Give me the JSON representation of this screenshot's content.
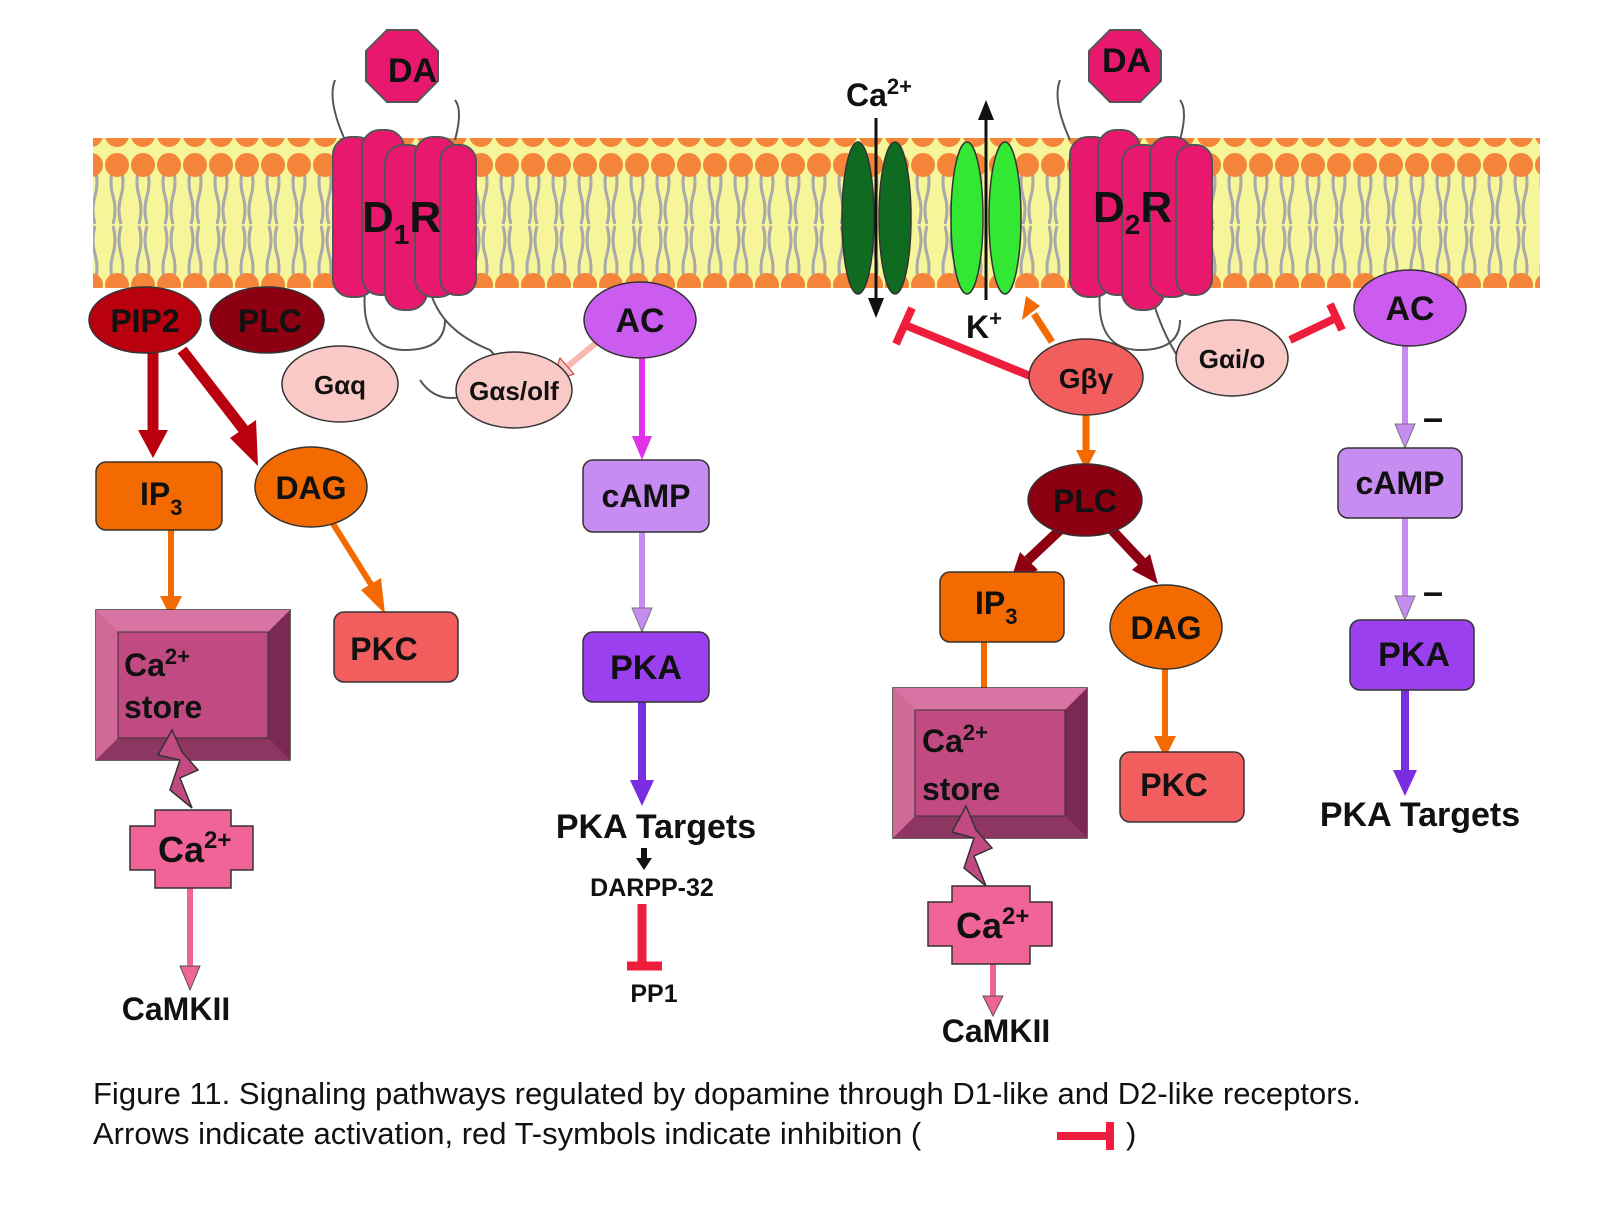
{
  "nodes": {
    "da_left": "DA",
    "da_right": "DA",
    "d1r_main": "D",
    "d1r_sub": "1",
    "d1r_end": "R",
    "d2r_main": "D",
    "d2r_sub": "2",
    "d2r_end": "R",
    "pip2": "PIP2",
    "plc_left": "PLC",
    "gaq": "Gαq",
    "gas": "Gαs/olf",
    "ac_left": "AC",
    "ip3_left_main": "IP",
    "ip3_left_sub": "3",
    "dag_left": "DAG",
    "camp_left": "cAMP",
    "pka_left": "PKA",
    "pkc_left": "PKC",
    "ca_store_left_ca": "Ca",
    "ca_store_left_sup": "2+",
    "ca_store_left_store": "store",
    "ca_left_main": "Ca",
    "ca_left_sup": "2+",
    "camkii_left": "CaMKII",
    "pka_targets_left": "PKA Targets",
    "darpp32": "DARPP-32",
    "pp1": "PP1",
    "ca_channel_main": "Ca",
    "ca_channel_sup": "2+",
    "k_channel_main": "K",
    "k_channel_sup": "+",
    "gbg": "Gβγ",
    "gaio": "Gαi/o",
    "ac_right": "AC",
    "plc_right": "PLC",
    "ip3_right_main": "IP",
    "ip3_right_sub": "3",
    "dag_right": "DAG",
    "pkc_right": "PKC",
    "ca_store_right_ca": "Ca",
    "ca_store_right_sup": "2+",
    "ca_store_right_store": "store",
    "ca_right_main": "Ca",
    "ca_right_sup": "2+",
    "camkii_right": "CaMKII",
    "camp_right": "cAMP",
    "pka_right": "PKA",
    "pka_targets_right": "PKA Targets",
    "minus_1": "–",
    "minus_2": "–"
  },
  "caption": {
    "line1": "Figure 11. Signaling pathways regulated by dopamine through D1-like and D2-like receptors.",
    "line2_a": "Arrows indicate activation, red T-symbols indicate inhibition (",
    "line2_b": ")"
  },
  "colors": {
    "membrane_fill": "#f7f59a",
    "lipid_head": "#f5853a",
    "lipid_tail": "#a9a9a9",
    "receptor": "#e8186f",
    "pip2": "#b8000f",
    "plc": "#8c0012",
    "g_alpha": "#f9c9c6",
    "ac": "#cc5cf0",
    "camp": "#c78cf2",
    "pka": "#9a40ee",
    "ip3": "#f26a00",
    "pkc": "#f25e5e",
    "ca_store": "#c24a82",
    "ca_ion": "#f06498",
    "channel_ca": "#0f6b1f",
    "channel_k": "#33e833",
    "inhibition": "#ee1d3c"
  }
}
